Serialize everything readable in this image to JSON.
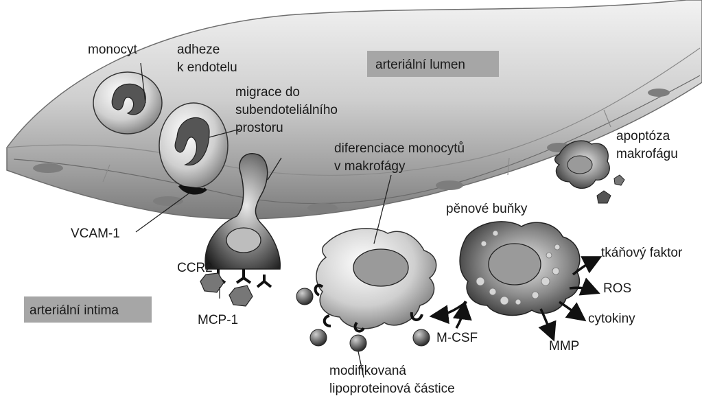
{
  "labels": {
    "monocyte": "monocyt",
    "adhesion_line1": "adheze",
    "adhesion_line2": "k endotelu",
    "lumen": "arteriální lumen",
    "migration_line1": "migrace do",
    "migration_line2": "subendoteliálního",
    "migration_line3": "prostoru",
    "differentiation_line1": "diferenciace monocytů",
    "differentiation_line2": "v makrofágy",
    "apoptosis_line1": "apoptóza",
    "apoptosis_line2": "makrofágu",
    "vcam": "VCAM-1",
    "foam_cells": "pěnové buňky",
    "tissue_factor": "tkáňový faktor",
    "ccr2": "CCR2",
    "ros": "ROS",
    "intima": "arteriální intima",
    "mcp": "MCP-1",
    "cytokines": "cytokiny",
    "mcsf": "M-CSF",
    "mmp": "MMP",
    "modified_line1": "modifikovaná",
    "modified_line2": "lipoproteinová částice"
  },
  "colors": {
    "label_box": "#a6a6a6",
    "vessel_wall": "#c8c8c8",
    "cell_dark": "#3a3a3a",
    "cell_light": "#d9d9d9"
  }
}
